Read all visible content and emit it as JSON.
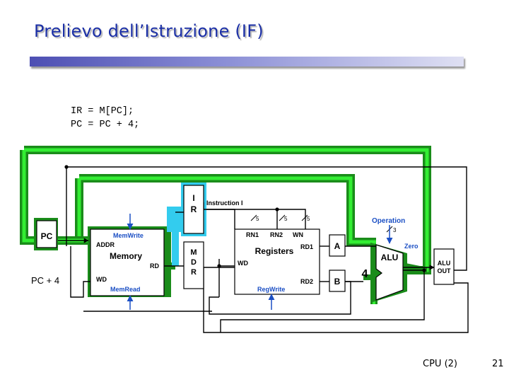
{
  "title": "Prelievo dell’Istruzione (IF)",
  "code_lines": [
    "IR = M[PC];",
    "PC = PC + 4;"
  ],
  "diagram": {
    "pc": "PC",
    "memory": {
      "label": "Memory",
      "addr": "ADDR",
      "rd": "RD",
      "wd": "WD",
      "memwrite": "MemWrite",
      "memread": "MemRead"
    },
    "ir": [
      "I",
      "R"
    ],
    "instruction_label": "Instruction I",
    "mdr": [
      "M",
      "D",
      "R"
    ],
    "registers": {
      "label": "Registers",
      "rn1": "RN1",
      "rn2": "RN2",
      "wn": "WN",
      "rd1": "RD1",
      "rd2": "RD2",
      "wd": "WD",
      "regwrite": "RegWrite"
    },
    "bus_widths": [
      "5",
      "5",
      "5"
    ],
    "reg_a": "A",
    "reg_b": "B",
    "alu": "ALU",
    "operation": "Operation",
    "operation_width": "3",
    "zero": "Zero",
    "alu_out": [
      "ALU",
      "OUT"
    ],
    "const_four": "4",
    "pc_plus_4": "PC + 4",
    "highlight_color": "#1a8c1a",
    "highlight_light": "#33ee33",
    "ir_highlight": "#33ccee",
    "control_color": "#1b4fc4"
  },
  "footer": {
    "section": "CPU (2)",
    "page": "21"
  }
}
